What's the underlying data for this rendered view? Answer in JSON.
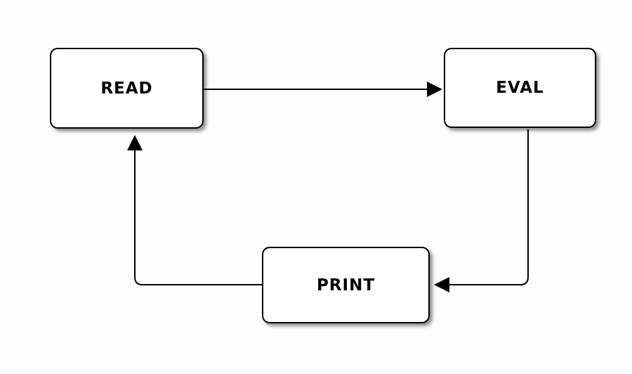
{
  "diagram": {
    "type": "flowchart",
    "description": "Read-Eval-Print loop",
    "colors": {
      "background": "#fdfdfd",
      "node_fill": "#ffffff",
      "node_border": "#000000",
      "edge_stroke": "#000000",
      "label_text": "#000000"
    },
    "nodes": [
      {
        "id": "read",
        "label": "READ"
      },
      {
        "id": "eval",
        "label": "EVAL"
      },
      {
        "id": "print",
        "label": "PRINT"
      }
    ],
    "edges": [
      {
        "from": "read",
        "to": "eval",
        "arrowhead": "solid-triangle"
      },
      {
        "from": "eval",
        "to": "print",
        "arrowhead": "solid-triangle"
      },
      {
        "from": "print",
        "to": "read",
        "arrowhead": "solid-triangle"
      }
    ]
  }
}
